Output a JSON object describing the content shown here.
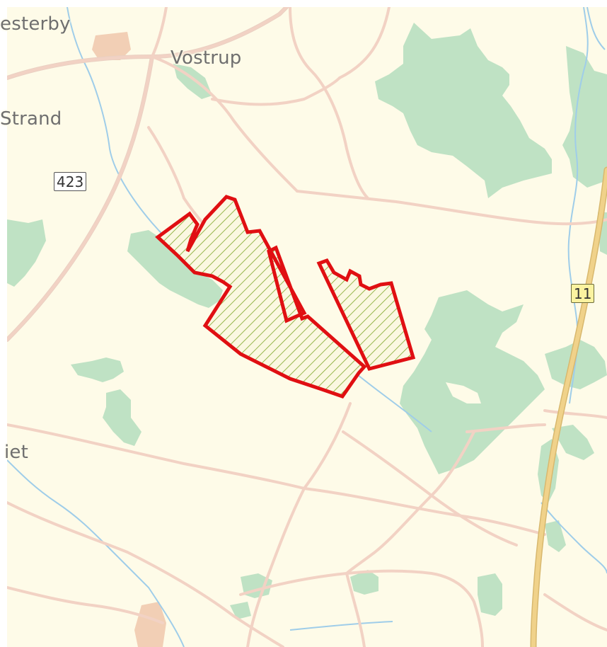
{
  "map": {
    "colors": {
      "land": "#fefbe8",
      "forest": "#bfe2c4",
      "road": "#f2d2c4",
      "road_casing": "#ead0c2",
      "highway": "#f0d28a",
      "water": "#9fcde9",
      "town": "#f2cfb5",
      "parcel_outline": "#e00f12",
      "parcel_hatch": "#7fa72a"
    },
    "place_labels": {
      "vesterby": "esterby",
      "vostrup": "Vostrup",
      "strand": "Strand",
      "net": "iet"
    },
    "road_shields": {
      "route_423": "423",
      "route_11": "11"
    }
  }
}
